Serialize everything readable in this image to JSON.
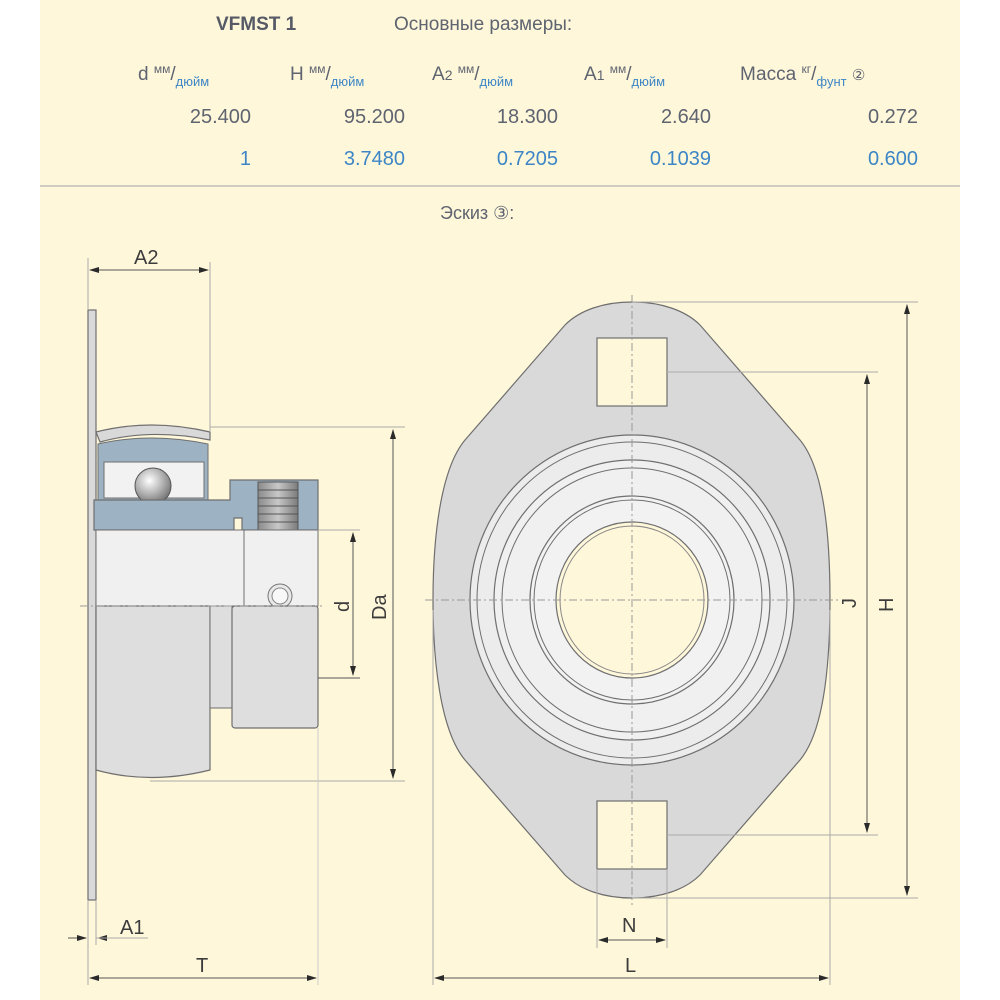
{
  "header": {
    "model": "VFMST 1",
    "subtitle": "Основные размеры:"
  },
  "table": {
    "columns": [
      {
        "name": "d",
        "unit_top": "мм",
        "unit_bottom": "дюйм",
        "note": ""
      },
      {
        "name": "H",
        "unit_top": "мм",
        "unit_bottom": "дюйм",
        "note": ""
      },
      {
        "name": "A2",
        "unit_top": "мм",
        "unit_bottom": "дюйм",
        "note": ""
      },
      {
        "name": "A1",
        "unit_top": "мм",
        "unit_bottom": "дюйм",
        "note": ""
      },
      {
        "name": "Масса",
        "unit_top": "кг",
        "unit_bottom": "фунт",
        "note": "②"
      }
    ],
    "rows": {
      "metric": [
        "25.400",
        "95.200",
        "18.300",
        "2.640",
        "0.272"
      ],
      "imperial": [
        "1",
        "3.7480",
        "0.7205",
        "0.1039",
        "0.600"
      ]
    }
  },
  "sketch": {
    "label": "Эскиз ③:",
    "dimension_labels": {
      "A2": "A2",
      "A1": "A1",
      "T": "T",
      "d": "d",
      "Da": "Da",
      "N": "N",
      "L": "L",
      "J": "J",
      "H": "H"
    },
    "colors": {
      "background": "#fff7da",
      "housing_gray": "#d9d9d9",
      "bearing_blue": "#9db3c4",
      "line": "#6f6f6f",
      "accent_blue": "#3d86c6"
    }
  }
}
